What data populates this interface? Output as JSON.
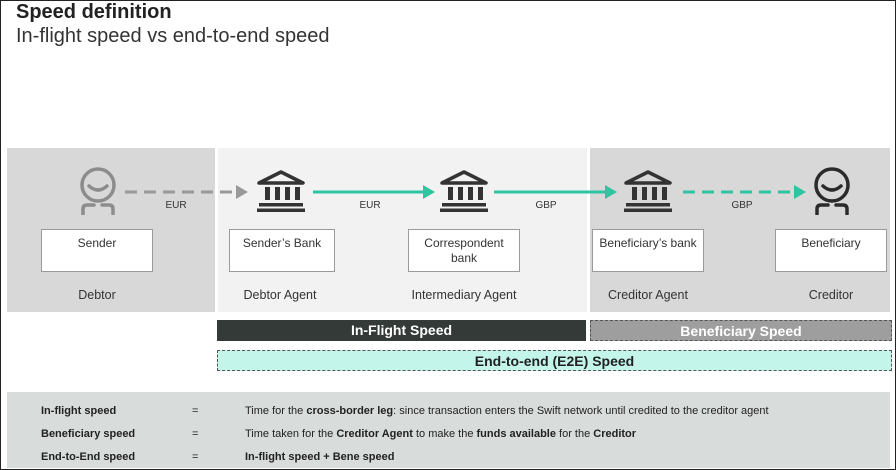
{
  "header": {
    "title": "Speed definition",
    "subtitle": "In-flight speed vs end-to-end speed"
  },
  "parties": [
    {
      "box": "Sender",
      "caption": "Debtor",
      "icon": "person-icon"
    },
    {
      "box": "Sender’s Bank",
      "caption": "Debtor Agent",
      "icon": "bank-icon"
    },
    {
      "box_line1": "Correspondent",
      "box_line2": "bank",
      "caption": "Intermediary Agent",
      "icon": "bank-icon"
    },
    {
      "box": "Beneficiary’s bank",
      "caption": "Creditor Agent",
      "icon": "bank-icon"
    },
    {
      "box": "Beneficiary",
      "caption": "Creditor",
      "icon": "person-icon"
    }
  ],
  "flows": [
    {
      "currency": "EUR",
      "style": "dashed",
      "color": "#999999"
    },
    {
      "currency": "EUR",
      "style": "solid",
      "color": "#2ec4a0"
    },
    {
      "currency": "GBP",
      "style": "solid",
      "color": "#2ec4a0"
    },
    {
      "currency": "GBP",
      "style": "dashed",
      "color": "#2ec4a0"
    }
  ],
  "bars": {
    "inflight": "In-Flight Speed",
    "beneficiary": "Beneficiary Speed",
    "e2e": "End-to-end (E2E) Speed"
  },
  "legend": {
    "eq": "=",
    "rows": [
      {
        "term": "In-flight speed",
        "desc_parts": [
          "Time for the ",
          "cross-border leg",
          ": since transaction enters the Swift network until credited to the creditor agent"
        ]
      },
      {
        "term": "Beneficiary speed",
        "desc_parts": [
          "Time taken for the ",
          "Creditor Agent",
          " to make the ",
          "funds available",
          " for the ",
          "Creditor"
        ]
      },
      {
        "term": "End-to-End speed",
        "desc_parts": [
          "In-flight speed + Bene speed"
        ]
      }
    ]
  },
  "colors": {
    "accent": "#2ec4a0",
    "panel_dark": "#d8d8d8",
    "panel_light": "#f2f2f2",
    "bar_dark": "#333a38",
    "bar_grey": "#9e9e9e",
    "bar_teal": "#c4f5eb"
  }
}
